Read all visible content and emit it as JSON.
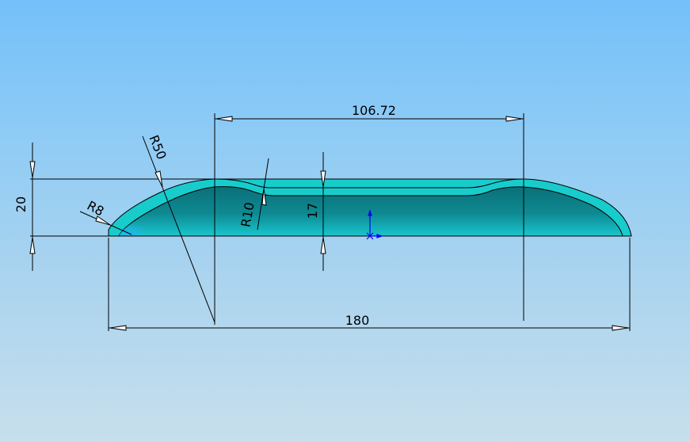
{
  "viewport": {
    "background_top": "#74c0fa",
    "background_bottom": "#c7dfec"
  },
  "part": {
    "shell_color": "#18cccc",
    "inner_color_dark": "#0a7f86",
    "inner_color_light": "#1aa8d8",
    "outline_color": "#000000"
  },
  "dimensions": {
    "overall_length": "180",
    "crest_span": "106.72",
    "overall_height": "20",
    "inner_depth": "17",
    "radius_large": "R50",
    "radius_end": "R8",
    "radius_blend": "R10"
  },
  "origin_triad": {
    "color": "#0000ff"
  }
}
